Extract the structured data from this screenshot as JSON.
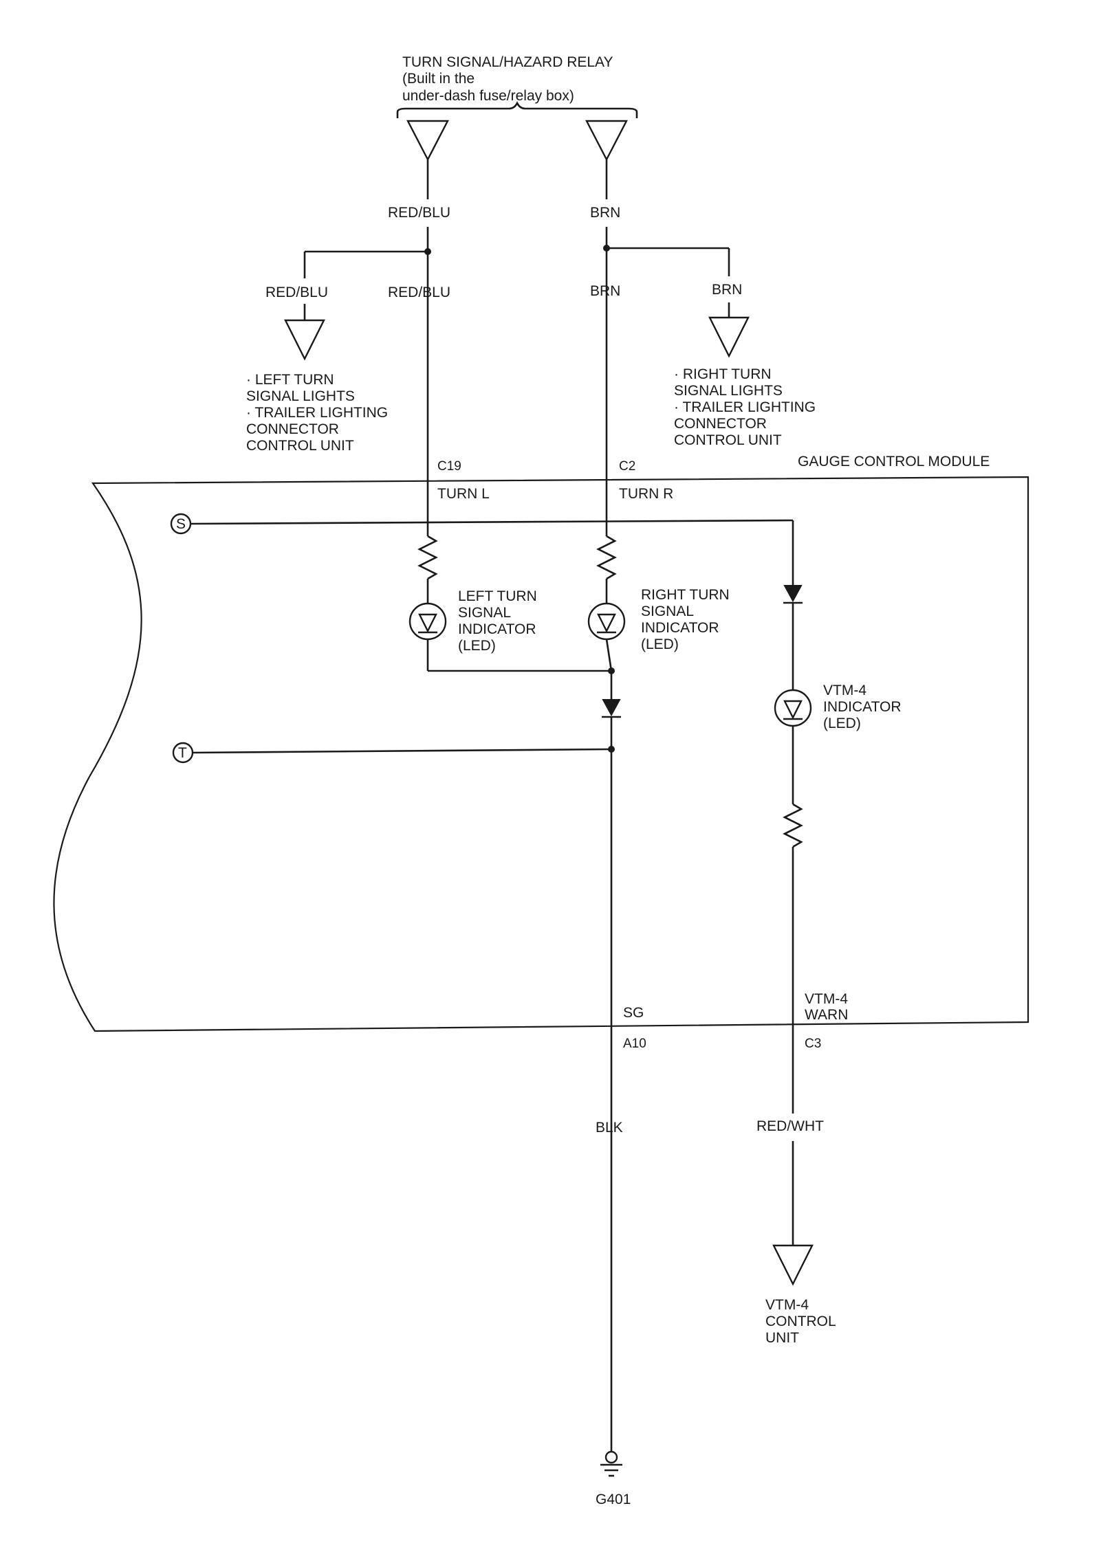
{
  "relay": {
    "title": "TURN SIGNAL/HAZARD RELAY",
    "note_line1": "(Built in the",
    "note_line2": "under-dash fuse/relay box)"
  },
  "wires": {
    "left_top": "RED/BLU",
    "left_branch": "RED/BLU",
    "left_main": "RED/BLU",
    "right_top": "BRN",
    "right_main": "BRN",
    "right_branch": "BRN",
    "ground": "BLK",
    "vtm_out": "RED/WHT"
  },
  "left_loads": [
    "· LEFT TURN",
    "SIGNAL LIGHTS",
    "· TRAILER LIGHTING",
    "CONNECTOR",
    "CONTROL UNIT"
  ],
  "right_loads": [
    "· RIGHT TURN",
    "SIGNAL LIGHTS",
    "· TRAILER LIGHTING",
    "CONNECTOR",
    "CONTROL UNIT"
  ],
  "module": {
    "name": "GAUGE CONTROL MODULE",
    "pin_c19": "C19",
    "pin_c2": "C2",
    "sig_turn_l": "TURN L",
    "sig_turn_r": "TURN R",
    "sig_sg": "SG",
    "pin_a10": "A10",
    "sig_vtm_line1": "VTM-4",
    "sig_vtm_line2": "WARN",
    "pin_c3": "C3"
  },
  "indicators": {
    "left": [
      "LEFT TURN",
      "SIGNAL",
      "INDICATOR",
      "(LED)"
    ],
    "right": [
      "RIGHT TURN",
      "SIGNAL",
      "INDICATOR",
      "(LED)"
    ],
    "vtm": [
      "VTM-4",
      "INDICATOR",
      "(LED)"
    ]
  },
  "terminals": {
    "s": "S",
    "t": "T"
  },
  "vtm_unit": [
    "VTM-4",
    "CONTROL",
    "UNIT"
  ],
  "ground_label": "G401"
}
